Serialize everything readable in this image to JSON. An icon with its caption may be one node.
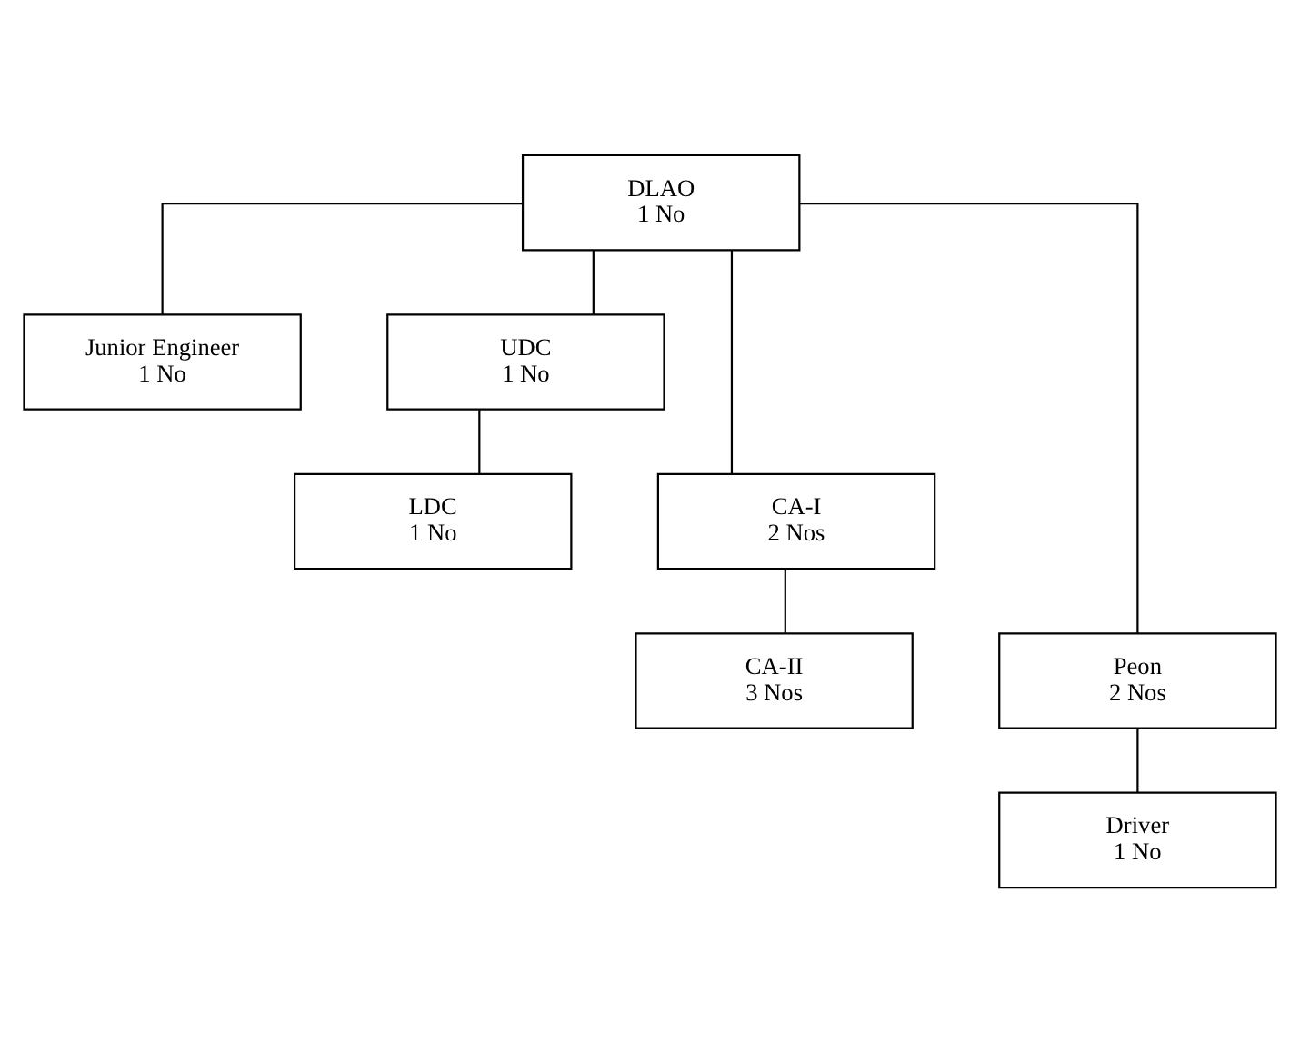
{
  "diagram": {
    "nodes": [
      {
        "text": [
          "DLAO",
          "1 No"
        ]
      },
      {
        "text": [
          "Junior Engineer",
          "1 No"
        ]
      },
      {
        "text": [
          "UDC",
          "1 No"
        ]
      },
      {
        "text": [
          "CA-I",
          "2 Nos"
        ]
      },
      {
        "text": [
          "LDC",
          "1 No"
        ]
      },
      {
        "text": [
          "CA-II",
          "3 Nos"
        ]
      },
      {
        "text": [
          "Peon",
          "2 Nos"
        ]
      },
      {
        "text": [
          "Driver",
          "1 No"
        ]
      }
    ],
    "edges": [
      {
        "from": 0,
        "to": 1,
        "arrow": "none"
      },
      {
        "from": 0,
        "to": 2,
        "arrow": "none"
      },
      {
        "from": 0,
        "to": 3,
        "arrow": "none"
      },
      {
        "from": 0,
        "to": 6,
        "arrow": "none"
      },
      {
        "from": 2,
        "to": 4,
        "arrow": "none"
      },
      {
        "from": 3,
        "to": 5,
        "arrow": "none"
      },
      {
        "from": 6,
        "to": 7,
        "arrow": "none"
      }
    ]
  }
}
